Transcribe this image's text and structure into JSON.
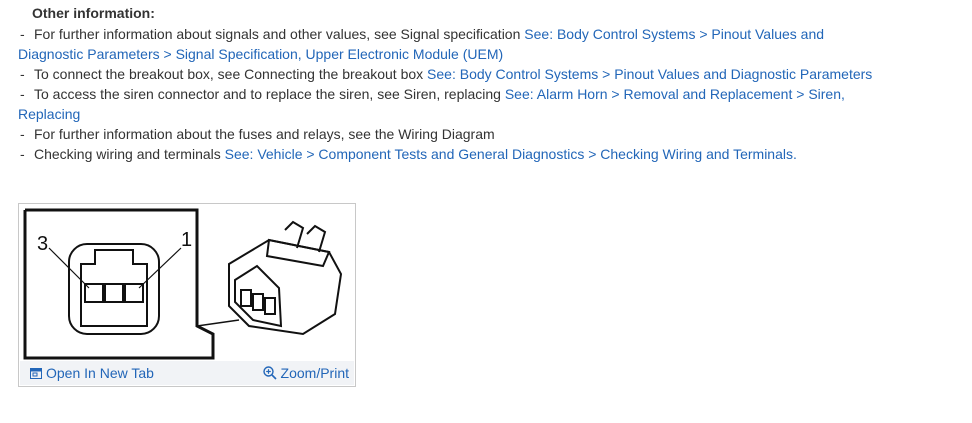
{
  "section": {
    "title": "Other information:"
  },
  "items": [
    {
      "text": "For further information about signals and other values, see Signal specification ",
      "link": "See: Body Control Systems > Pinout Values and Diagnostic Parameters > Signal Specification, Upper Electronic Module (UEM)"
    },
    {
      "text": "To connect the breakout box, see Connecting the breakout box ",
      "link": "See: Body Control Systems > Pinout Values and Diagnostic Parameters"
    },
    {
      "text": "To access the siren connector and to replace the siren, see Siren, replacing ",
      "link": "See: Alarm Horn > Removal and Replacement > Siren, Replacing"
    },
    {
      "text": "For further information about the fuses and relays, see the Wiring Diagram",
      "link": ""
    },
    {
      "text": "Checking wiring and terminals ",
      "link": "See: Vehicle > Component Tests and General Diagnostics > Checking Wiring and Terminals."
    }
  ],
  "figure": {
    "pin_left": "3",
    "pin_right": "1",
    "open_label": "Open In New Tab",
    "zoom_label": "Zoom/Print",
    "link_color": "#2266b8",
    "open_icon": "open-new-tab-icon",
    "zoom_icon": "zoom-magnifier-icon"
  }
}
